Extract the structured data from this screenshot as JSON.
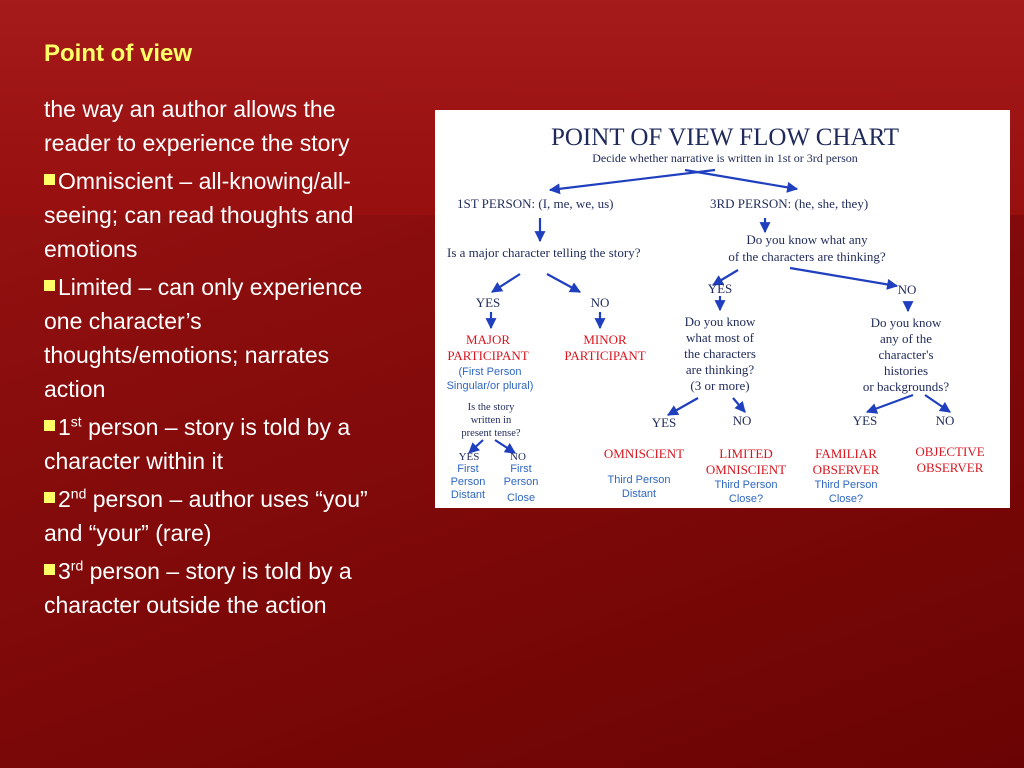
{
  "slide": {
    "title": "Point of view",
    "definition": "the way an author allows the reader to experience the story",
    "bullets": [
      {
        "text": "Omniscient – all-knowing/all-seeing; can read thoughts and emotions"
      },
      {
        "text": "Limited – can only experience one character’s thoughts/emotions; narrates action"
      },
      {
        "num": "1",
        "sup": "st",
        "rest": " person – story is told by a character within it"
      },
      {
        "num": "2",
        "sup": "nd",
        "rest": " person – author uses “you” and “your” (rare)"
      },
      {
        "num": "3",
        "sup": "rd",
        "rest": " person – story is told by a character outside the action"
      }
    ]
  },
  "chart": {
    "title": "POINT OF VIEW FLOW CHART",
    "subtitle": "Decide whether narrative is written in 1st or 3rd person",
    "first_person": "1ST PERSON: (I, me, we, us)",
    "third_person": "3RD PERSON: (he, she, they)",
    "q_major": "Is a major character telling the story?",
    "q_know_any_1": "Do you know what any",
    "q_know_any_2": "of the characters are thinking?",
    "yes_1": "YES",
    "no_1": "NO",
    "major_1": "MAJOR",
    "major_2": "PARTICIPANT",
    "major_sub_1": "(First Person",
    "major_sub_2": "Singular/or plural)",
    "minor_1": "MINOR",
    "minor_2": "PARTICIPANT",
    "q_present_1": "Is the story",
    "q_present_2": "written in",
    "q_present_3": "present tense?",
    "yes_small": "YES",
    "no_small": "NO",
    "fp_distant_1": "First",
    "fp_distant_2": "Person",
    "fp_distant_3": "Distant",
    "fp_close_1": "First",
    "fp_close_2": "Person",
    "fp_close_3": "Close",
    "yes_3": "YES",
    "no_3": "NO",
    "q_most_1": "Do you know",
    "q_most_2": "what most of",
    "q_most_3": "the characters",
    "q_most_4": "are thinking?",
    "q_most_5": "(3 or more)",
    "q_hist_1": "Do you know",
    "q_hist_2": "any of the",
    "q_hist_3": "character's",
    "q_hist_4": "histories",
    "q_hist_5": "or backgrounds?",
    "yes_4": "YES",
    "no_4": "NO",
    "yes_5": "YES",
    "no_5": "NO",
    "omniscient": "OMNISCIENT",
    "omni_sub_1": "Third Person",
    "omni_sub_2": "Distant",
    "limited_1": "LIMITED",
    "limited_2": "OMNISCIENT",
    "limited_sub_1": "Third Person",
    "limited_sub_2": "Close?",
    "familiar_1": "FAMILIAR",
    "familiar_2": "OBSERVER",
    "familiar_sub_1": "Third Person",
    "familiar_sub_2": "Close?",
    "objective_1": "OBJECTIVE",
    "objective_2": "OBSERVER",
    "colors": {
      "navy": "#1f2a5a",
      "arrow": "#1f3fbf",
      "red": "#d8161f",
      "blue": "#2f67c2"
    }
  }
}
